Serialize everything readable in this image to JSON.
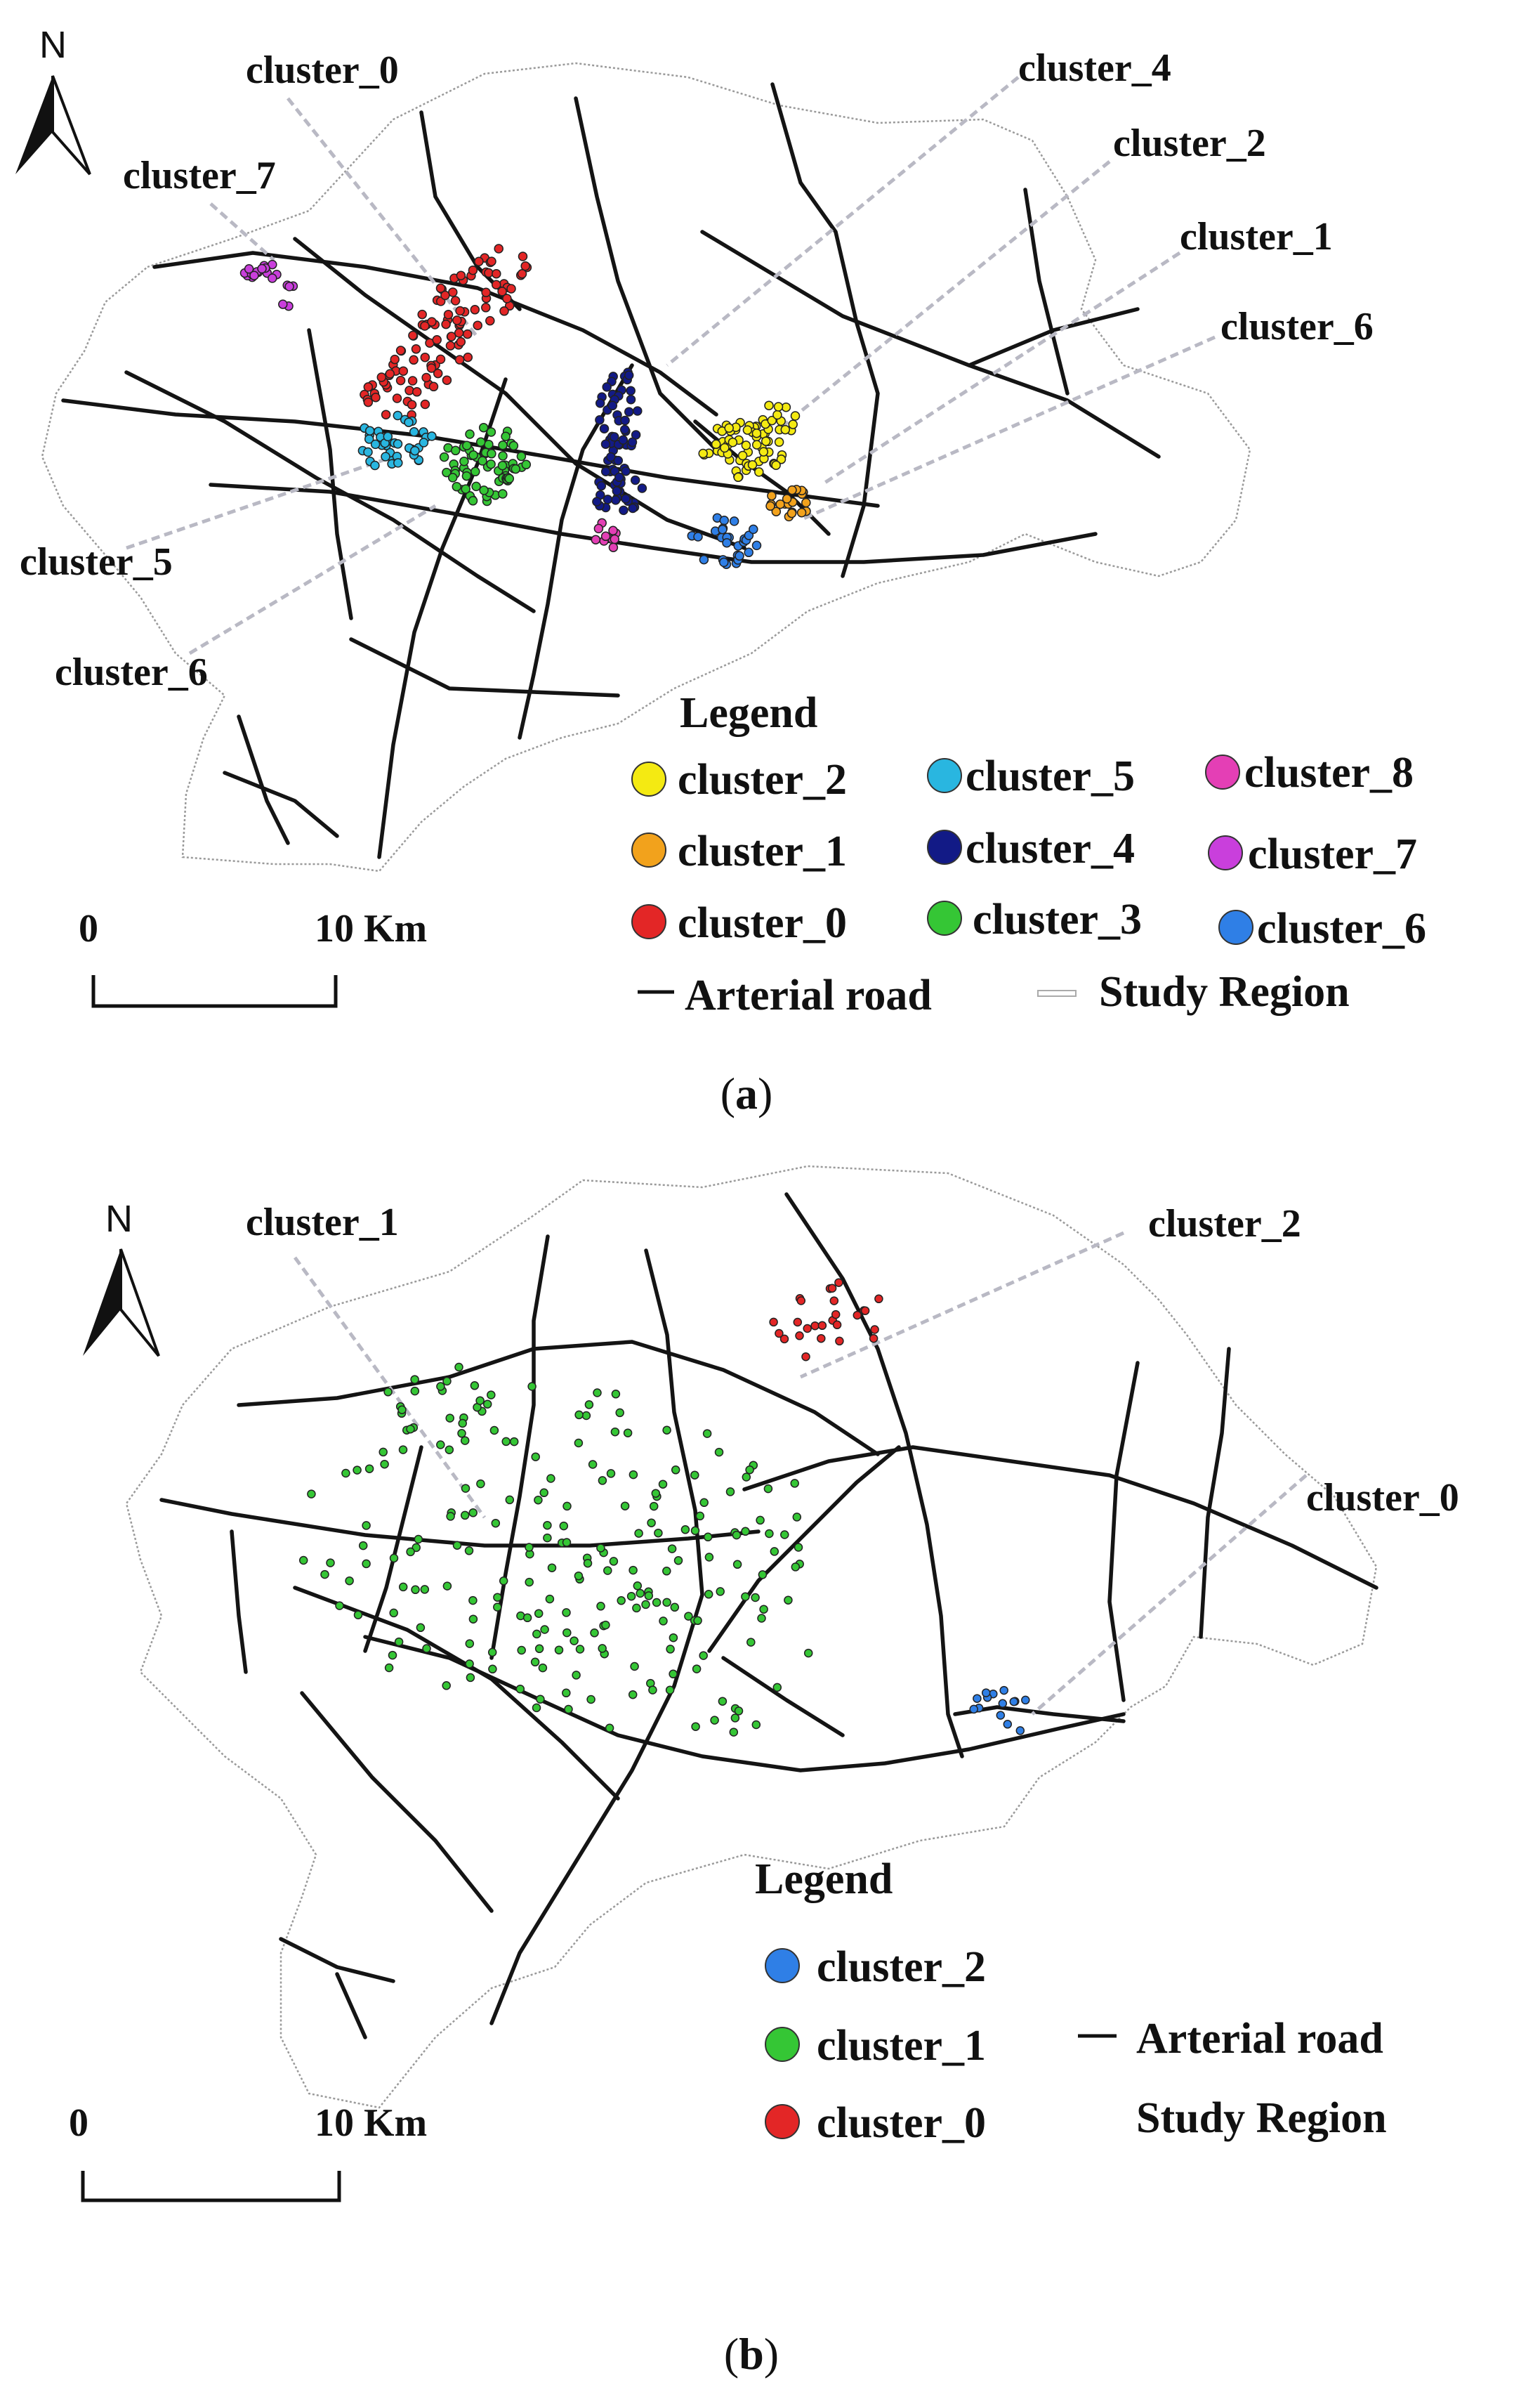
{
  "colors": {
    "yellow": "#f4ea12",
    "orange": "#f2a21c",
    "red": "#e32626",
    "sky": "#29b6e0",
    "navy": "#121a86",
    "green": "#35c635",
    "magenta": "#e43fb5",
    "violet": "#c93fdc",
    "blue": "#2f7fe6"
  },
  "panel_a": {
    "north": "N",
    "caption_letter": "a",
    "callouts": [
      "cluster_0",
      "cluster_4",
      "cluster_2",
      "cluster_7",
      "cluster_1",
      "cluster_6",
      "cluster_5",
      "cluster_6"
    ],
    "legend": {
      "title": "Legend",
      "items": [
        "cluster_2",
        "cluster_5",
        "cluster_8",
        "cluster_1",
        "cluster_4",
        "cluster_7",
        "cluster_0",
        "cluster_3",
        "cluster_6"
      ],
      "road_label": "Arterial road",
      "region_label": "Study Region"
    },
    "scale": {
      "zero": "0",
      "end": "10 Km"
    }
  },
  "panel_b": {
    "north": "N",
    "caption_letter": "b",
    "callouts": [
      "cluster_1",
      "cluster_2",
      "cluster_0"
    ],
    "legend": {
      "title": "Legend",
      "items": [
        "cluster_2",
        "cluster_1",
        "cluster_0"
      ],
      "road_label": "Arterial road",
      "region_label": "Study Region"
    },
    "scale": {
      "zero": "0",
      "end": "10 Km"
    }
  }
}
